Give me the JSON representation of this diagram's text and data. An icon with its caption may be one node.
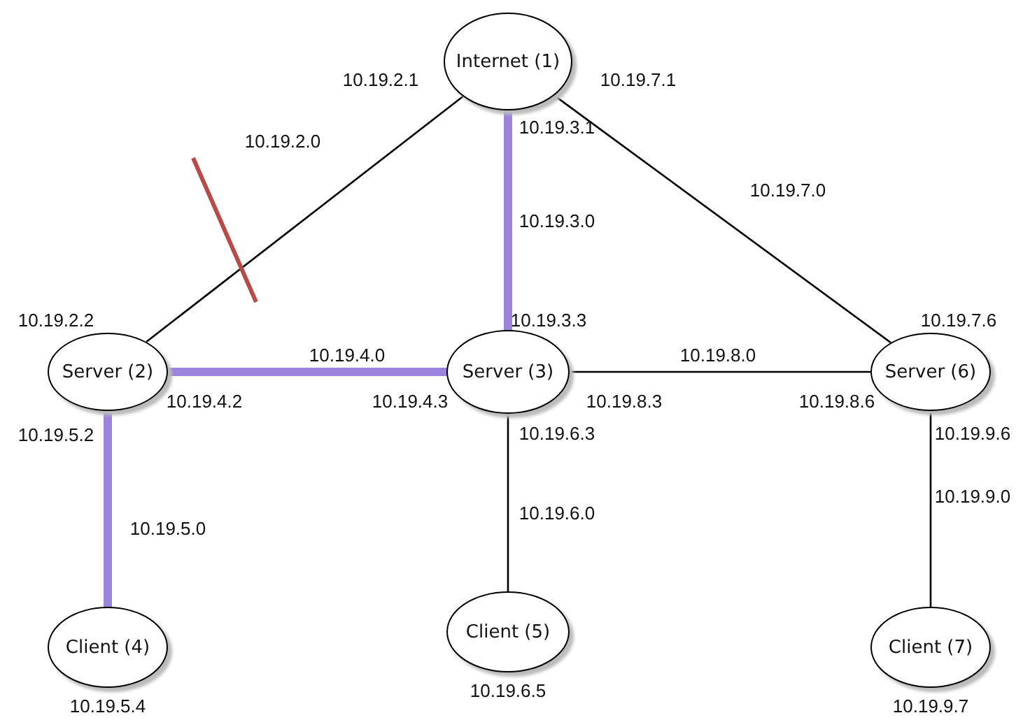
{
  "diagram": {
    "nodes": [
      {
        "text": [
          "Internet (1)"
        ]
      },
      {
        "text": [
          "Server (2)"
        ]
      },
      {
        "text": [
          "Server (3)"
        ]
      },
      {
        "text": [
          "Server (6)"
        ]
      },
      {
        "text": [
          "Client (4)"
        ]
      },
      {
        "text": [
          "Client (5)"
        ]
      },
      {
        "text": [
          "Client (7)"
        ]
      }
    ],
    "edges": [
      {
        "from": 0,
        "to": 1,
        "arrow": "none",
        "label": "10.19.2.0"
      },
      {
        "from": 0,
        "to": 2,
        "arrow": "none",
        "label": "10.19.3.0",
        "style": "thick",
        "color": "#9b84dc"
      },
      {
        "from": 0,
        "to": 3,
        "arrow": "none",
        "label": "10.19.7.0"
      },
      {
        "from": 1,
        "to": 2,
        "arrow": "none",
        "label": "10.19.4.0",
        "style": "thick",
        "color": "#9b84dc"
      },
      {
        "from": 2,
        "to": 3,
        "arrow": "none",
        "label": "10.19.8.0"
      },
      {
        "from": 1,
        "to": 4,
        "arrow": "none",
        "label": "10.19.5.0",
        "style": "thick",
        "color": "#9b84dc"
      },
      {
        "from": 2,
        "to": 5,
        "arrow": "none",
        "label": "10.19.6.0"
      },
      {
        "from": 3,
        "to": 6,
        "arrow": "none",
        "label": "10.19.9.0"
      }
    ],
    "labels": [
      "10.19.2.1",
      "10.19.7.1",
      "10.19.3.1",
      "10.19.2.2",
      "10.19.3.3",
      "10.19.7.6",
      "10.19.4.2",
      "10.19.4.3",
      "10.19.8.3",
      "10.19.8.6",
      "10.19.5.2",
      "10.19.6.3",
      "10.19.9.6",
      "10.19.6.5",
      "10.19.5.4",
      "10.19.9.7"
    ]
  }
}
